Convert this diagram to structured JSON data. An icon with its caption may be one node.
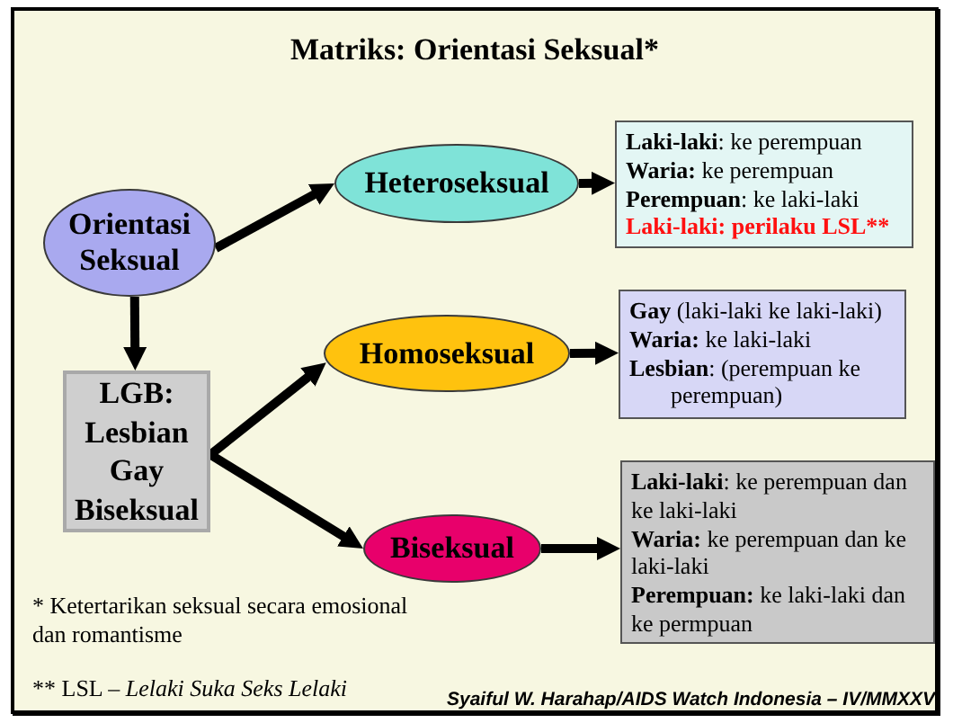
{
  "diagram": {
    "title": "Matriks: Orientasi Seksual*",
    "nodes": [
      {
        "text": [
          "Orientasi Seksual"
        ]
      },
      {
        "text": [
          "Heteroseksual"
        ]
      },
      {
        "text": [
          "**Laki-laki**: ke perempuan",
          "**Waria:** ke perempuan",
          "**Perempuan**: ke laki-laki",
          "Laki-laki: perilaku LSL**"
        ]
      },
      {
        "text": [
          "LGB: Lesbian Gay Biseksual"
        ]
      },
      {
        "text": [
          "Homoseksual"
        ]
      },
      {
        "text": [
          "**Gay** (laki-laki ke laki-laki)",
          "**Waria:** ke laki-laki",
          "**Lesbian**: (perempuan ke perempuan)"
        ]
      },
      {
        "text": [
          "Biseksual"
        ]
      },
      {
        "text": [
          "**Laki-laki**: ke perempuan dan ke laki-laki",
          "**Waria:** ke perempuan dan ke laki-laki",
          "**Perempuan:** ke laki-laki dan ke permpuan"
        ]
      }
    ],
    "edges": [
      {
        "from": 0,
        "to": 1,
        "arrow": "to"
      },
      {
        "from": 1,
        "to": 2,
        "arrow": "to"
      },
      {
        "from": 0,
        "to": 3,
        "arrow": "to"
      },
      {
        "from": 3,
        "to": 4,
        "arrow": "to"
      },
      {
        "from": 3,
        "to": 6,
        "arrow": "to"
      },
      {
        "from": 4,
        "to": 5,
        "arrow": "to"
      },
      {
        "from": 6,
        "to": 7,
        "arrow": "to"
      }
    ],
    "labels": [
      "* Ketertarikan seksual secara emosional dan romantisme",
      "** LSL – *Lelaki Suka Seks Lelaki*",
      "Syaiful W. Harahap/AIDS Watch Indonesia – IV/MMXXV"
    ]
  }
}
